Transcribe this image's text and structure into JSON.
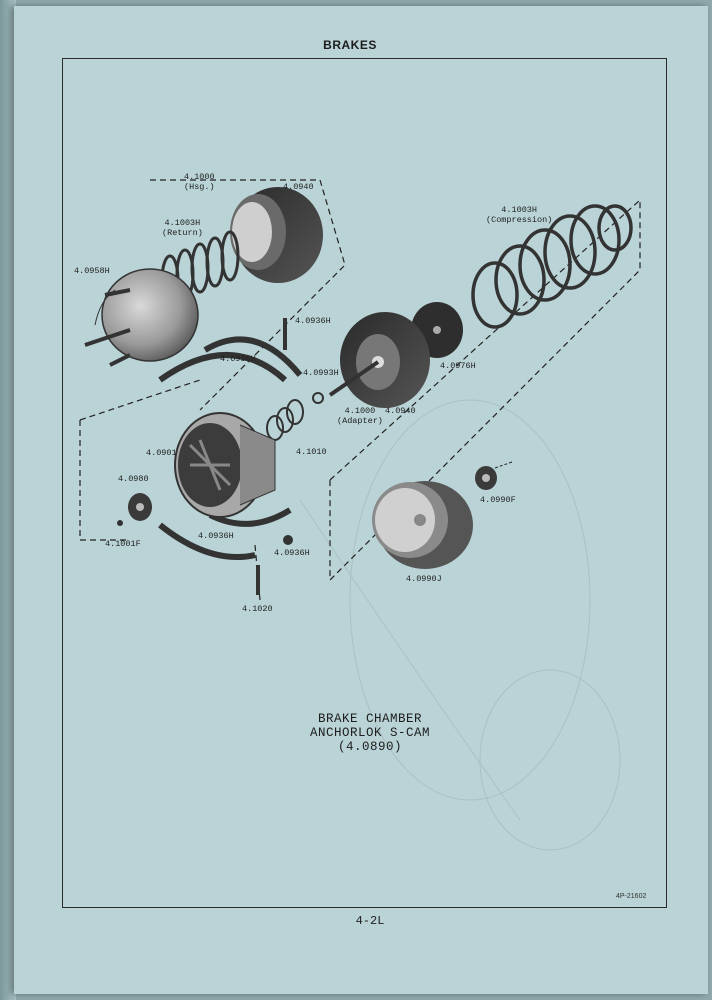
{
  "header": {
    "section": "BRAKES"
  },
  "parts": [
    {
      "id": "4.1000",
      "sub": "(Hsg.)"
    },
    {
      "id": "4.0940"
    },
    {
      "id": "4.1003H",
      "sub": "(Return)"
    },
    {
      "id": "4.0958H"
    },
    {
      "id": "4.1003H",
      "sub": "(Compression)"
    },
    {
      "id": "4.0936H"
    },
    {
      "id": "4.0936H"
    },
    {
      "id": "4.0993H"
    },
    {
      "id": "4.0976H"
    },
    {
      "id": "4.1000",
      "sub": "(Adapter)"
    },
    {
      "id": "4.0940"
    },
    {
      "id": "4.0901"
    },
    {
      "id": "4.1010"
    },
    {
      "id": "4.0980"
    },
    {
      "id": "4.1001F"
    },
    {
      "id": "4.0936H"
    },
    {
      "id": "4.0936H"
    },
    {
      "id": "4.0990F"
    },
    {
      "id": "4.0990J"
    },
    {
      "id": "4.1020"
    }
  ],
  "caption": {
    "line1": "BRAKE CHAMBER",
    "line2": "ANCHORLOK S-CAM",
    "line3": "(4.0890)"
  },
  "footer": {
    "page_number": "4-2L",
    "doc_ref": "4P-21602"
  },
  "colors": {
    "paper": "#b9d3d6",
    "ink": "#222222",
    "part_dark": "#3a3a3a",
    "part_mid": "#8a8a8a",
    "part_light": "#c8c8c8"
  }
}
